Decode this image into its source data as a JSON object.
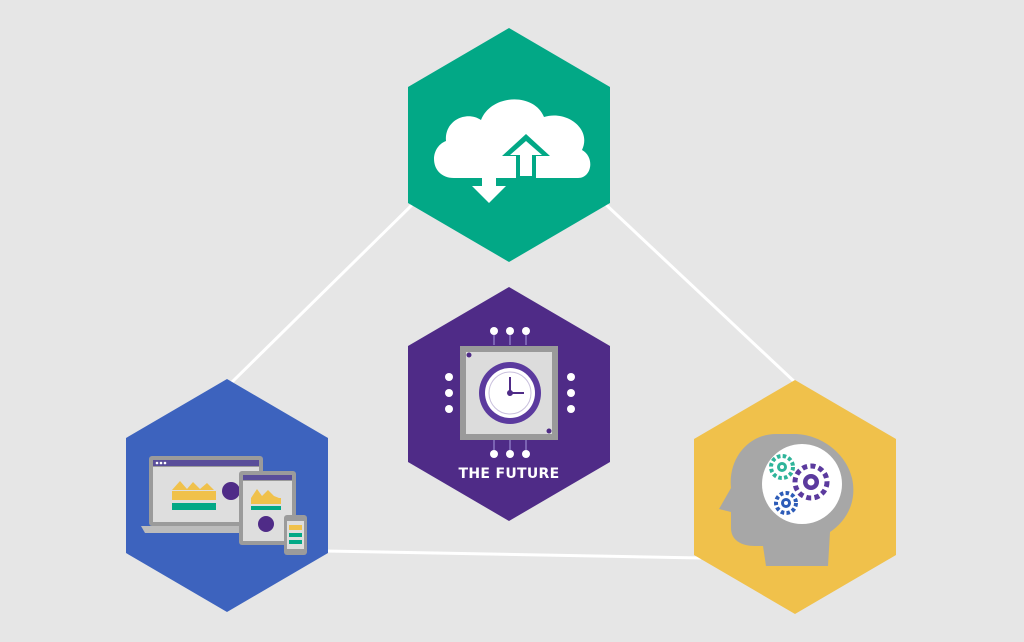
{
  "center": {
    "label": "THE FUTURE"
  },
  "nodes": [
    {
      "id": "cloud",
      "icon": "cloud-sync-icon",
      "color": "#02a886"
    },
    {
      "id": "devices",
      "icon": "responsive-devices-icon",
      "color": "#3d63be"
    },
    {
      "id": "mind",
      "icon": "head-gears-icon",
      "color": "#f0c14b"
    },
    {
      "id": "future",
      "icon": "clock-chip-icon",
      "color": "#4f2b87"
    }
  ],
  "colors": {
    "background": "#e6e6e6",
    "connector": "#ffffff",
    "cloud": "#02a886",
    "devices": "#3d63be",
    "mind": "#f0c14b",
    "future": "#4f2b87",
    "screen_yellow": "#f0c14b",
    "screen_green": "#02a886",
    "screen_purple": "#4f2b87",
    "head_gray": "#a7a7a7",
    "gear_teal": "#2fb49a",
    "gear_purple": "#5b3a9e",
    "gear_blue": "#2d5cb8"
  }
}
